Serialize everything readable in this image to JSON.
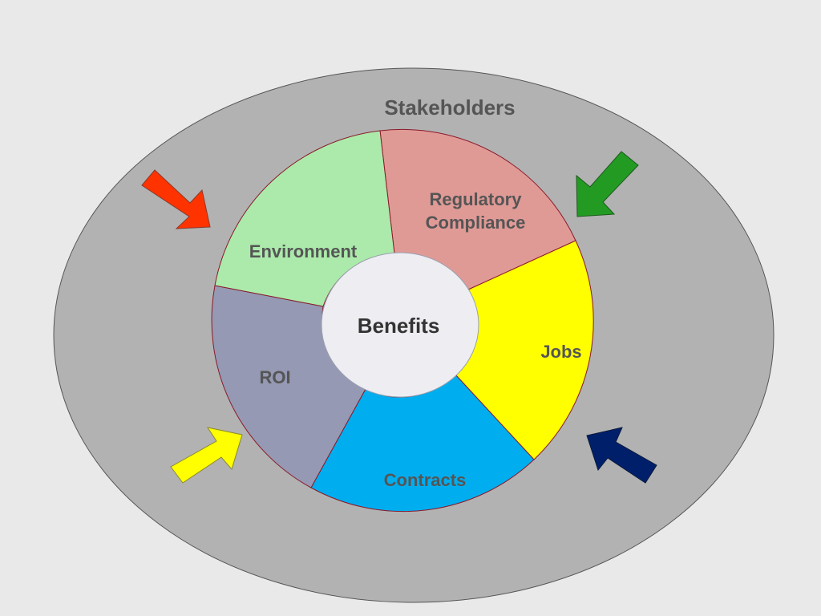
{
  "outer_label": "Stakeholders",
  "center_label": "Benefits",
  "segments": [
    {
      "id": "regulatory",
      "lines": [
        "Regulatory",
        "Compliance"
      ],
      "color": "#e09a96"
    },
    {
      "id": "jobs",
      "lines": [
        "Jobs"
      ],
      "color": "#ffff00"
    },
    {
      "id": "contracts",
      "lines": [
        "Contracts"
      ],
      "color": "#00aeef"
    },
    {
      "id": "roi",
      "lines": [
        "ROI"
      ],
      "color": "#9599b3"
    },
    {
      "id": "environment",
      "lines": [
        "Environment"
      ],
      "color": "#abeaab"
    }
  ],
  "arrows": [
    {
      "id": "red",
      "color": "#ff3300",
      "points_toward": "bottom-right"
    },
    {
      "id": "green",
      "color": "#239b23",
      "points_toward": "bottom-left"
    },
    {
      "id": "yellow",
      "color": "#ffff00",
      "points_toward": "top-right"
    },
    {
      "id": "navy",
      "color": "#001f6b",
      "points_toward": "top-left"
    }
  ],
  "colors": {
    "background": "#e9e9e9",
    "outer_ellipse": "#b2b2b2",
    "center_circle": "#ededf2",
    "segment_border": "#8a1a2a"
  }
}
